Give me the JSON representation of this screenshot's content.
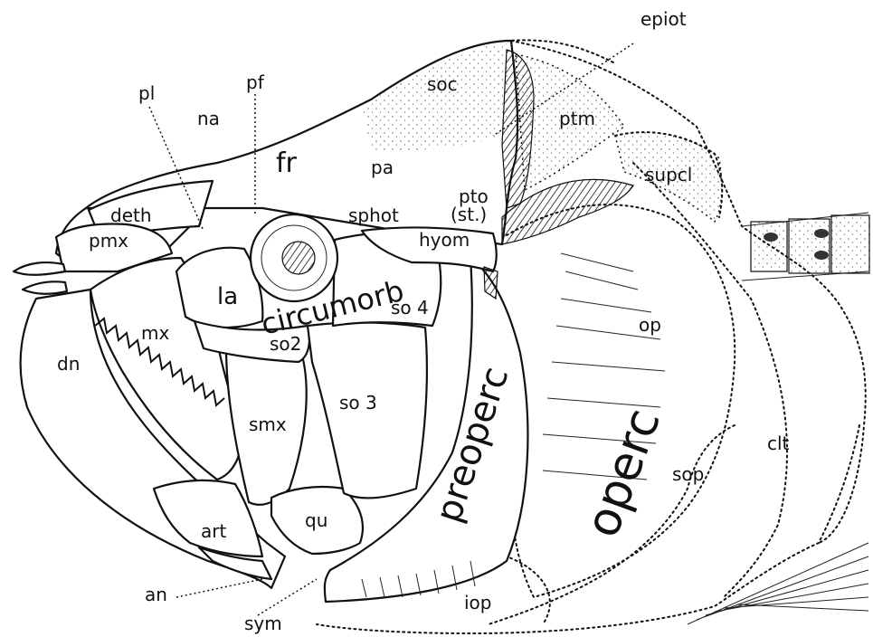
{
  "labels": {
    "epiot": "epiot",
    "soc": "soc",
    "ptm": "ptm",
    "pl": "pl",
    "pf": "pf",
    "na": "na",
    "fr": "fr",
    "pa": "pa",
    "supcl": "supcl",
    "deth": "deth",
    "sphot": "sphot",
    "pto": "pto",
    "st": "(st.)",
    "pmx": "pmx",
    "hyom": "hyom",
    "la": "la",
    "circumorb": "circumorb",
    "so4": "so 4",
    "op": "op",
    "mx": "mx",
    "dn": "dn",
    "so2": "so2",
    "so3": "so 3",
    "smx": "smx",
    "preoperc": "preoperc",
    "operc": "operc",
    "clt": "clt",
    "sop": "sop",
    "art": "art",
    "qu": "qu",
    "an": "an",
    "iop": "iop",
    "sym": "sym"
  }
}
